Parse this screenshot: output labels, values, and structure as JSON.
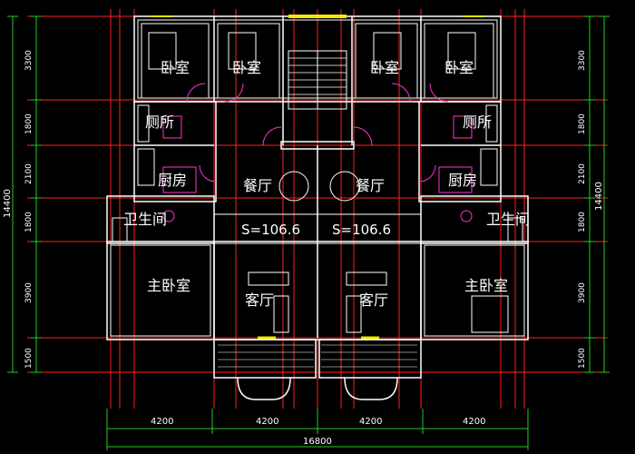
{
  "rooms": {
    "bedroom_1": "卧室",
    "bedroom_2": "卧室",
    "bedroom_3": "卧室",
    "bedroom_4": "卧室",
    "toilet_left": "厕所",
    "toilet_right": "厕所",
    "kitchen_left": "厨房",
    "kitchen_right": "厨房",
    "dining_left": "餐厅",
    "dining_right": "餐厅",
    "bathroom_left": "卫生间",
    "bathroom_right": "卫生间",
    "master_left": "主卧室",
    "master_right": "主卧室",
    "living_left": "客厅",
    "living_right": "客厅"
  },
  "area_labels": {
    "left": "S=106.6",
    "right": "S=106.6"
  },
  "dimensions": {
    "left_segments": [
      "3300",
      "1800",
      "2100",
      "1800",
      "3900",
      "1500"
    ],
    "left_total": "14400",
    "right_segments": [
      "3300",
      "1800",
      "2100",
      "1800",
      "3900",
      "1500"
    ],
    "right_total": "14400",
    "bottom_segments": [
      "4200",
      "4200",
      "4200",
      "4200"
    ],
    "bottom_total": "16800"
  },
  "colors": {
    "background": "#000000",
    "walls": "#ffffff",
    "axis_lines": "#ff2020",
    "dimension_lines": "#22cc22",
    "fixtures": "#ff33cc",
    "windows": "#f2e800"
  }
}
